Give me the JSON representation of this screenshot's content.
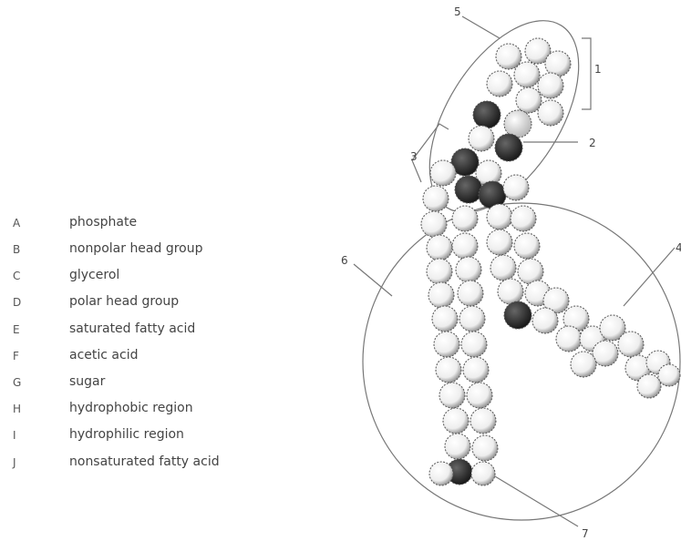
{
  "legend": [
    {
      "letter": "A",
      "text": "phosphate"
    },
    {
      "letter": "B",
      "text": "nonpolar head group"
    },
    {
      "letter": "C",
      "text": "glycerol"
    },
    {
      "letter": "D",
      "text": "polar head group"
    },
    {
      "letter": "E",
      "text": "saturated fatty acid"
    },
    {
      "letter": "F",
      "text": "acetic acid"
    },
    {
      "letter": "G",
      "text": "sugar"
    },
    {
      "letter": "H",
      "text": "hydrophobic region"
    },
    {
      "letter": "I",
      "text": "hydrophilic region"
    },
    {
      "letter": "J",
      "text": "nonsaturated fatty acid"
    }
  ],
  "diagram": {
    "labels": [
      "1",
      "2",
      "3",
      "4",
      "5",
      "6",
      "7"
    ],
    "atom_colors": {
      "light": "#f2f2f2",
      "dark": "#2b2b2b",
      "mid": "#d9d9d9"
    }
  }
}
